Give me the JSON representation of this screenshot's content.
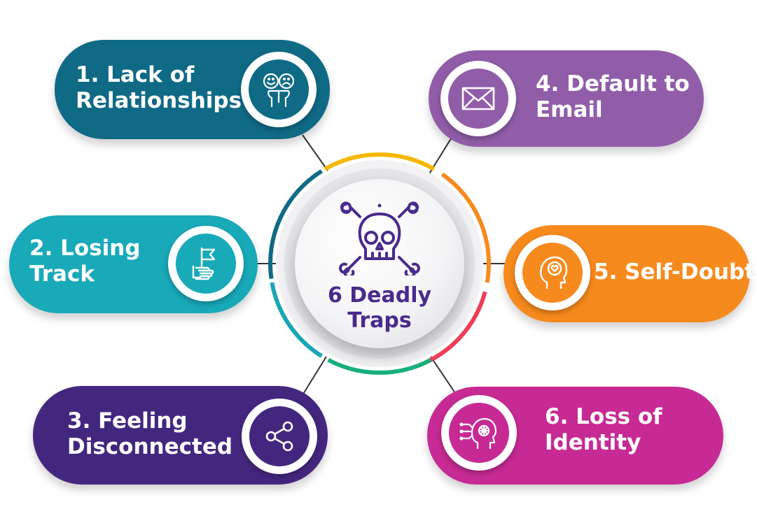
{
  "center": {
    "line1": "6 Deadly",
    "line2": "Traps",
    "icon": "skull-crossbones-icon",
    "color": "#4a2a8c"
  },
  "ring_colors": [
    "#f5b800",
    "#f78a1d",
    "#ef3e56",
    "#18b07a",
    "#1aa6b7",
    "#0f6a86"
  ],
  "traps": [
    {
      "line1": "1. Lack of",
      "line2": "Relationships",
      "color": "#0f6a86",
      "icon": "happy-sad-faces-icon"
    },
    {
      "line1": "2. Losing",
      "line2": "Track",
      "color": "#18aab9",
      "icon": "hand-flag-icon"
    },
    {
      "line1": "3. Feeling",
      "line2": "Disconnected",
      "color": "#43277f",
      "icon": "share-icon"
    },
    {
      "line1": "4. Default to",
      "line2": "Email",
      "color": "#915da9",
      "icon": "envelope-icon"
    },
    {
      "line1": "5. Self-Doubt",
      "line2": "",
      "color": "#f78a1d",
      "icon": "head-heart-icon"
    },
    {
      "line1": "6. Loss of",
      "line2": "Identity",
      "color": "#c72a94",
      "icon": "head-network-icon"
    }
  ]
}
